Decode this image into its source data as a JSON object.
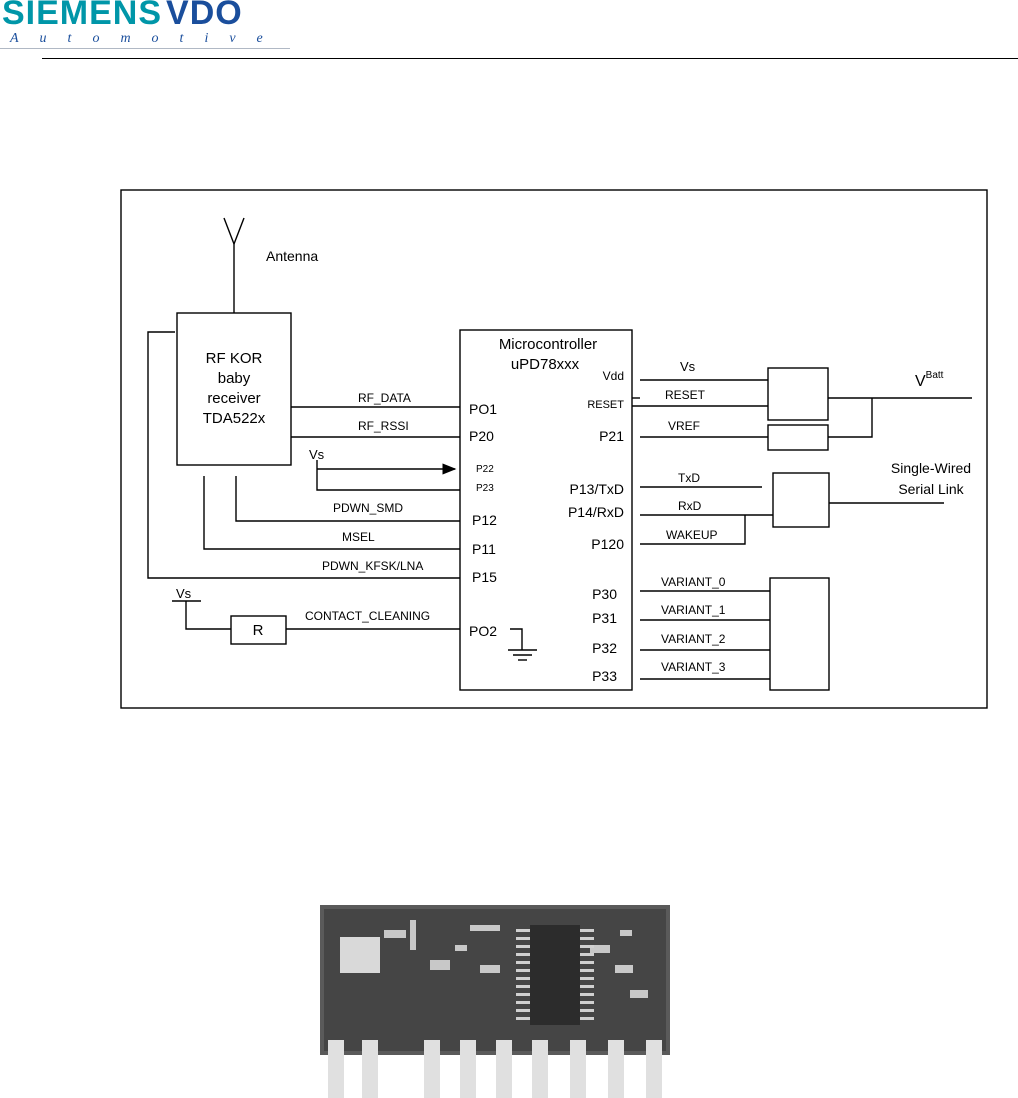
{
  "logo": {
    "brand_word1": "SIEMENS",
    "brand_word2": "VDO",
    "tagline": "Automotive",
    "colors": {
      "siemens": "#0096a8",
      "vdo": "#1a4e9c"
    }
  },
  "diagram": {
    "antenna": "Antenna",
    "rf_block": [
      "RF KOR",
      "baby",
      "receiver",
      "TDA522x"
    ],
    "mcu": {
      "title1": "Microcontroller",
      "title2": "uPD78xxx"
    },
    "mcu_pins_left": [
      "PO1",
      "P20",
      "P22",
      "P23",
      "P12",
      "P11",
      "P15",
      "PO2"
    ],
    "mcu_pins_right": [
      "Vdd",
      "RESET",
      "P21",
      "P13/TxD",
      "P14/RxD",
      "P120",
      "P30",
      "P31",
      "P32",
      "P33"
    ],
    "signals_left": [
      "RF_DATA",
      "RF_RSSI",
      "Vs",
      "PDWN_SMD",
      "MSEL",
      "PDWN_KFSK/LNA",
      "Vs",
      "CONTACT_CLEANING"
    ],
    "resistor": "R",
    "signals_right": [
      "Vs",
      "RESET",
      "VREF",
      "TxD",
      "RxD",
      "WAKEUP",
      "VARIANT_0",
      "VARIANT_1",
      "VARIANT_2",
      "VARIANT_3"
    ],
    "vbatt": {
      "base": "V",
      "sup": "Batt"
    },
    "serial_link": [
      "Single-Wired",
      "Serial Link"
    ]
  }
}
